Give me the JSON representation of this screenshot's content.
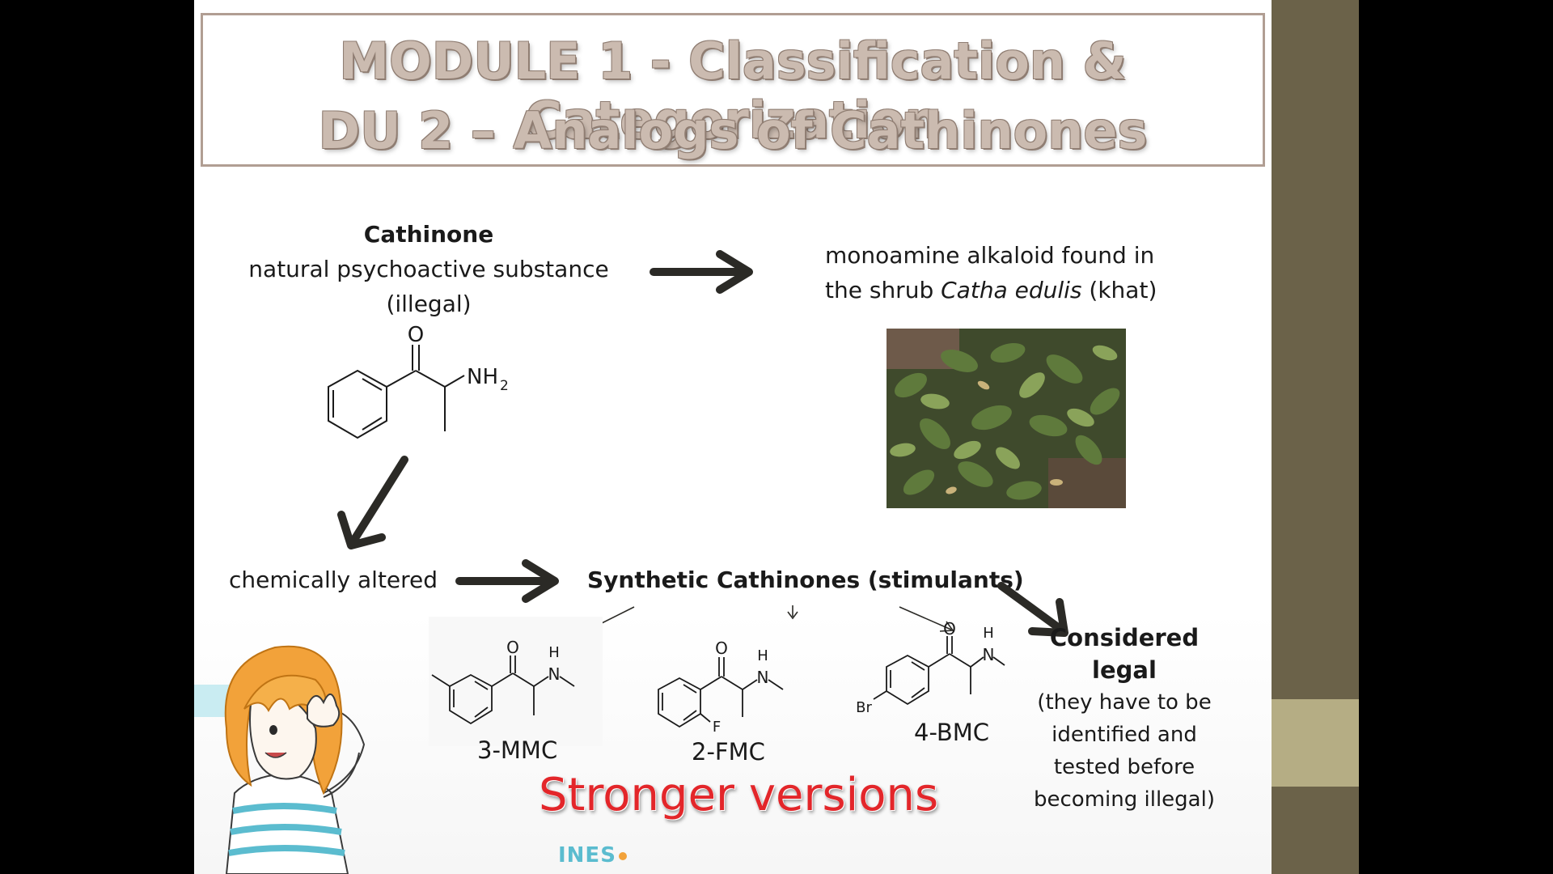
{
  "title": {
    "line1": "MODULE 1 - Classification & Categorization",
    "line2": "DU 2 – Analogs of Cathinones"
  },
  "cathinone": {
    "name": "Cathinone",
    "description": "natural psychoactive substance",
    "status": "(illegal)",
    "structure_labels": {
      "oxygen": "O",
      "amine": "NH",
      "amine_sub": "2"
    }
  },
  "alkaloid": {
    "line1": "monoamine alkaloid found in",
    "line2_pre": "the shrub ",
    "line2_italic": "Catha edulis",
    "line2_post": " (khat)"
  },
  "altered": "chemically altered",
  "synthetic": "Synthetic Cathinones (stimulants)",
  "legal": {
    "heading1": "Considered",
    "heading2": "legal",
    "note1": "(they have to be",
    "note2": "identified and",
    "note3": "tested before",
    "note4": "becoming illegal)"
  },
  "analogs": [
    {
      "name": "3-MMC",
      "atoms": {
        "o": "O",
        "nh_h": "H",
        "nh_n": "N"
      }
    },
    {
      "name": "2-FMC",
      "atoms": {
        "o": "O",
        "nh_h": "H",
        "nh_n": "N",
        "f": "F"
      }
    },
    {
      "name": "4-BMC",
      "atoms": {
        "o": "O",
        "nh_h": "H",
        "nh_n": "N",
        "br": "Br"
      }
    }
  ],
  "stronger": "Stronger versions",
  "logo": "INES",
  "colors": {
    "title_fill": "#cbbbb0",
    "title_outline": "#8f7d72",
    "accent_red": "#e3262a",
    "arrow": "#2b2a26",
    "sidebar_dark": "#6b6249",
    "sidebar_light": "#b5ad84"
  }
}
